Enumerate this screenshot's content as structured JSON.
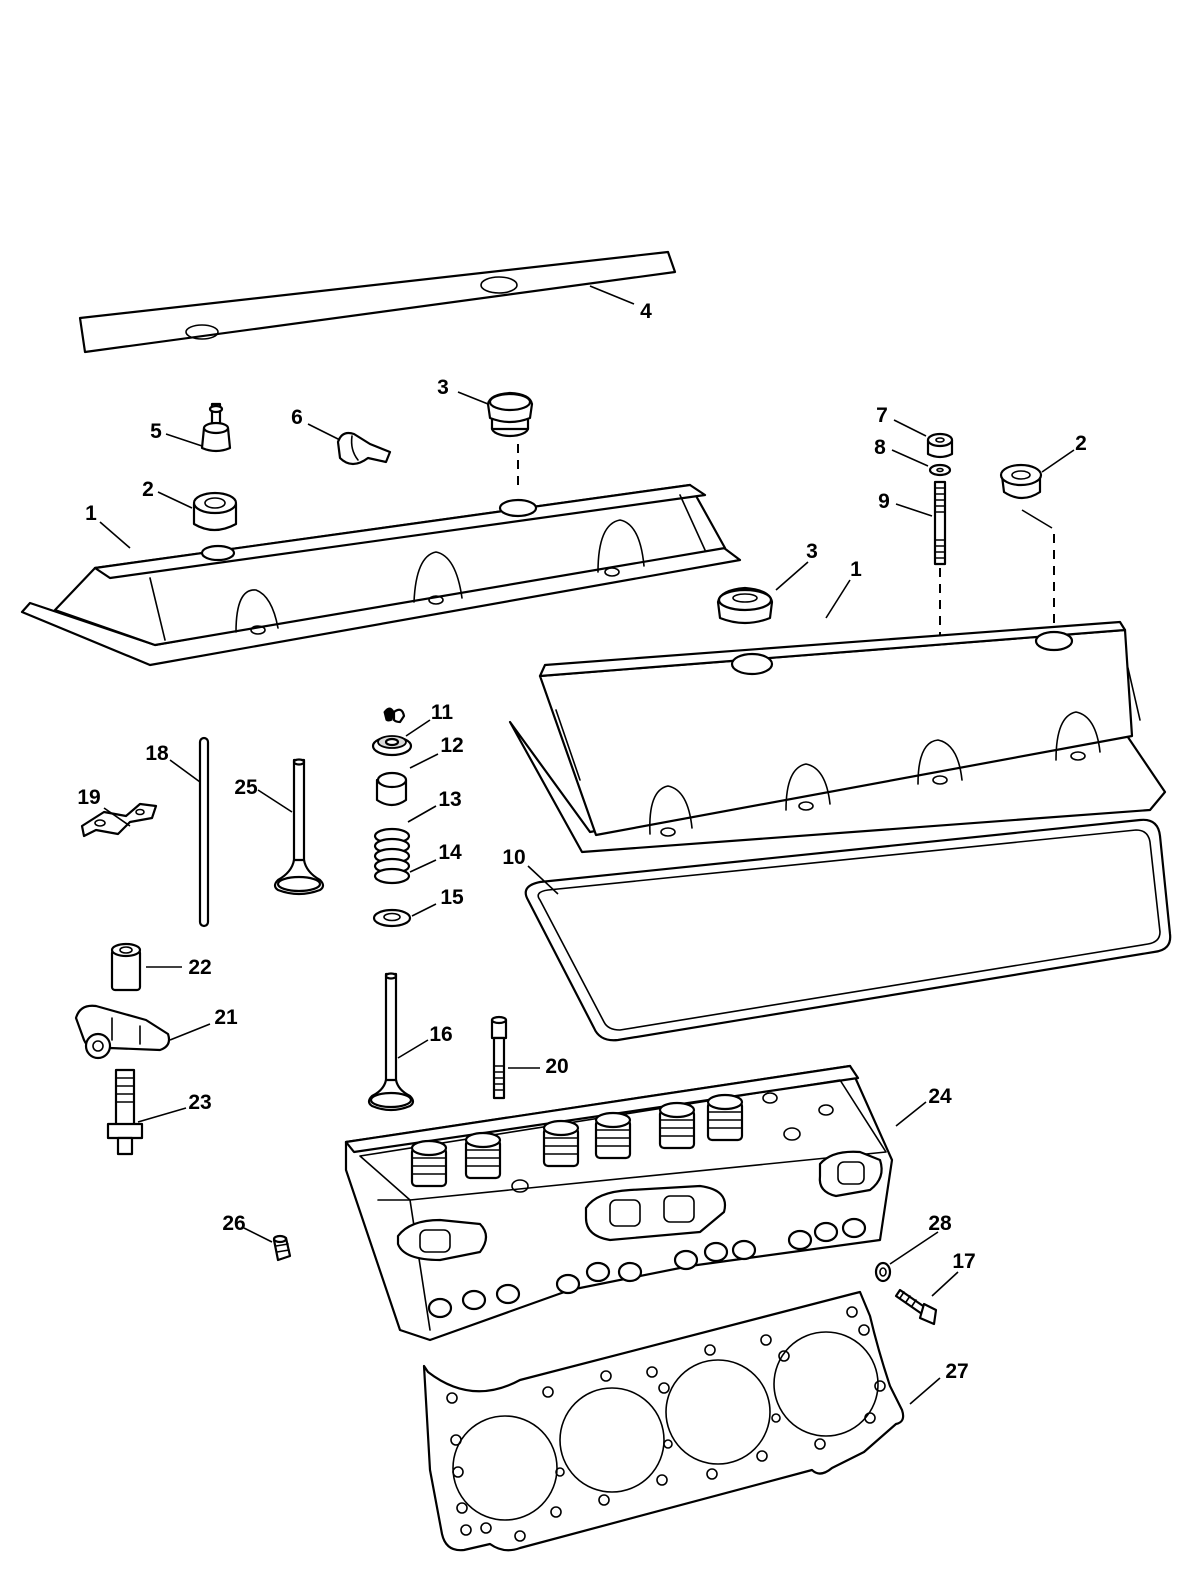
{
  "callouts": [
    {
      "id": "c4",
      "label": "4"
    },
    {
      "id": "c3a",
      "label": "3"
    },
    {
      "id": "c5",
      "label": "5"
    },
    {
      "id": "c6",
      "label": "6"
    },
    {
      "id": "c2a",
      "label": "2"
    },
    {
      "id": "c1a",
      "label": "1"
    },
    {
      "id": "c7",
      "label": "7"
    },
    {
      "id": "c8",
      "label": "8"
    },
    {
      "id": "c9",
      "label": "9"
    },
    {
      "id": "c2b",
      "label": "2"
    },
    {
      "id": "c3b",
      "label": "3"
    },
    {
      "id": "c1b",
      "label": "1"
    },
    {
      "id": "c11",
      "label": "11"
    },
    {
      "id": "c12",
      "label": "12"
    },
    {
      "id": "c13",
      "label": "13"
    },
    {
      "id": "c14",
      "label": "14"
    },
    {
      "id": "c15",
      "label": "15"
    },
    {
      "id": "c18",
      "label": "18"
    },
    {
      "id": "c19",
      "label": "19"
    },
    {
      "id": "c25",
      "label": "25"
    },
    {
      "id": "c10",
      "label": "10"
    },
    {
      "id": "c22",
      "label": "22"
    },
    {
      "id": "c21",
      "label": "21"
    },
    {
      "id": "c16",
      "label": "16"
    },
    {
      "id": "c20",
      "label": "20"
    },
    {
      "id": "c23",
      "label": "23"
    },
    {
      "id": "c24",
      "label": "24"
    },
    {
      "id": "c26",
      "label": "26"
    },
    {
      "id": "c28",
      "label": "28"
    },
    {
      "id": "c17",
      "label": "17"
    },
    {
      "id": "c27",
      "label": "27"
    }
  ],
  "colors": {
    "line": "#000000",
    "background": "#ffffff"
  }
}
